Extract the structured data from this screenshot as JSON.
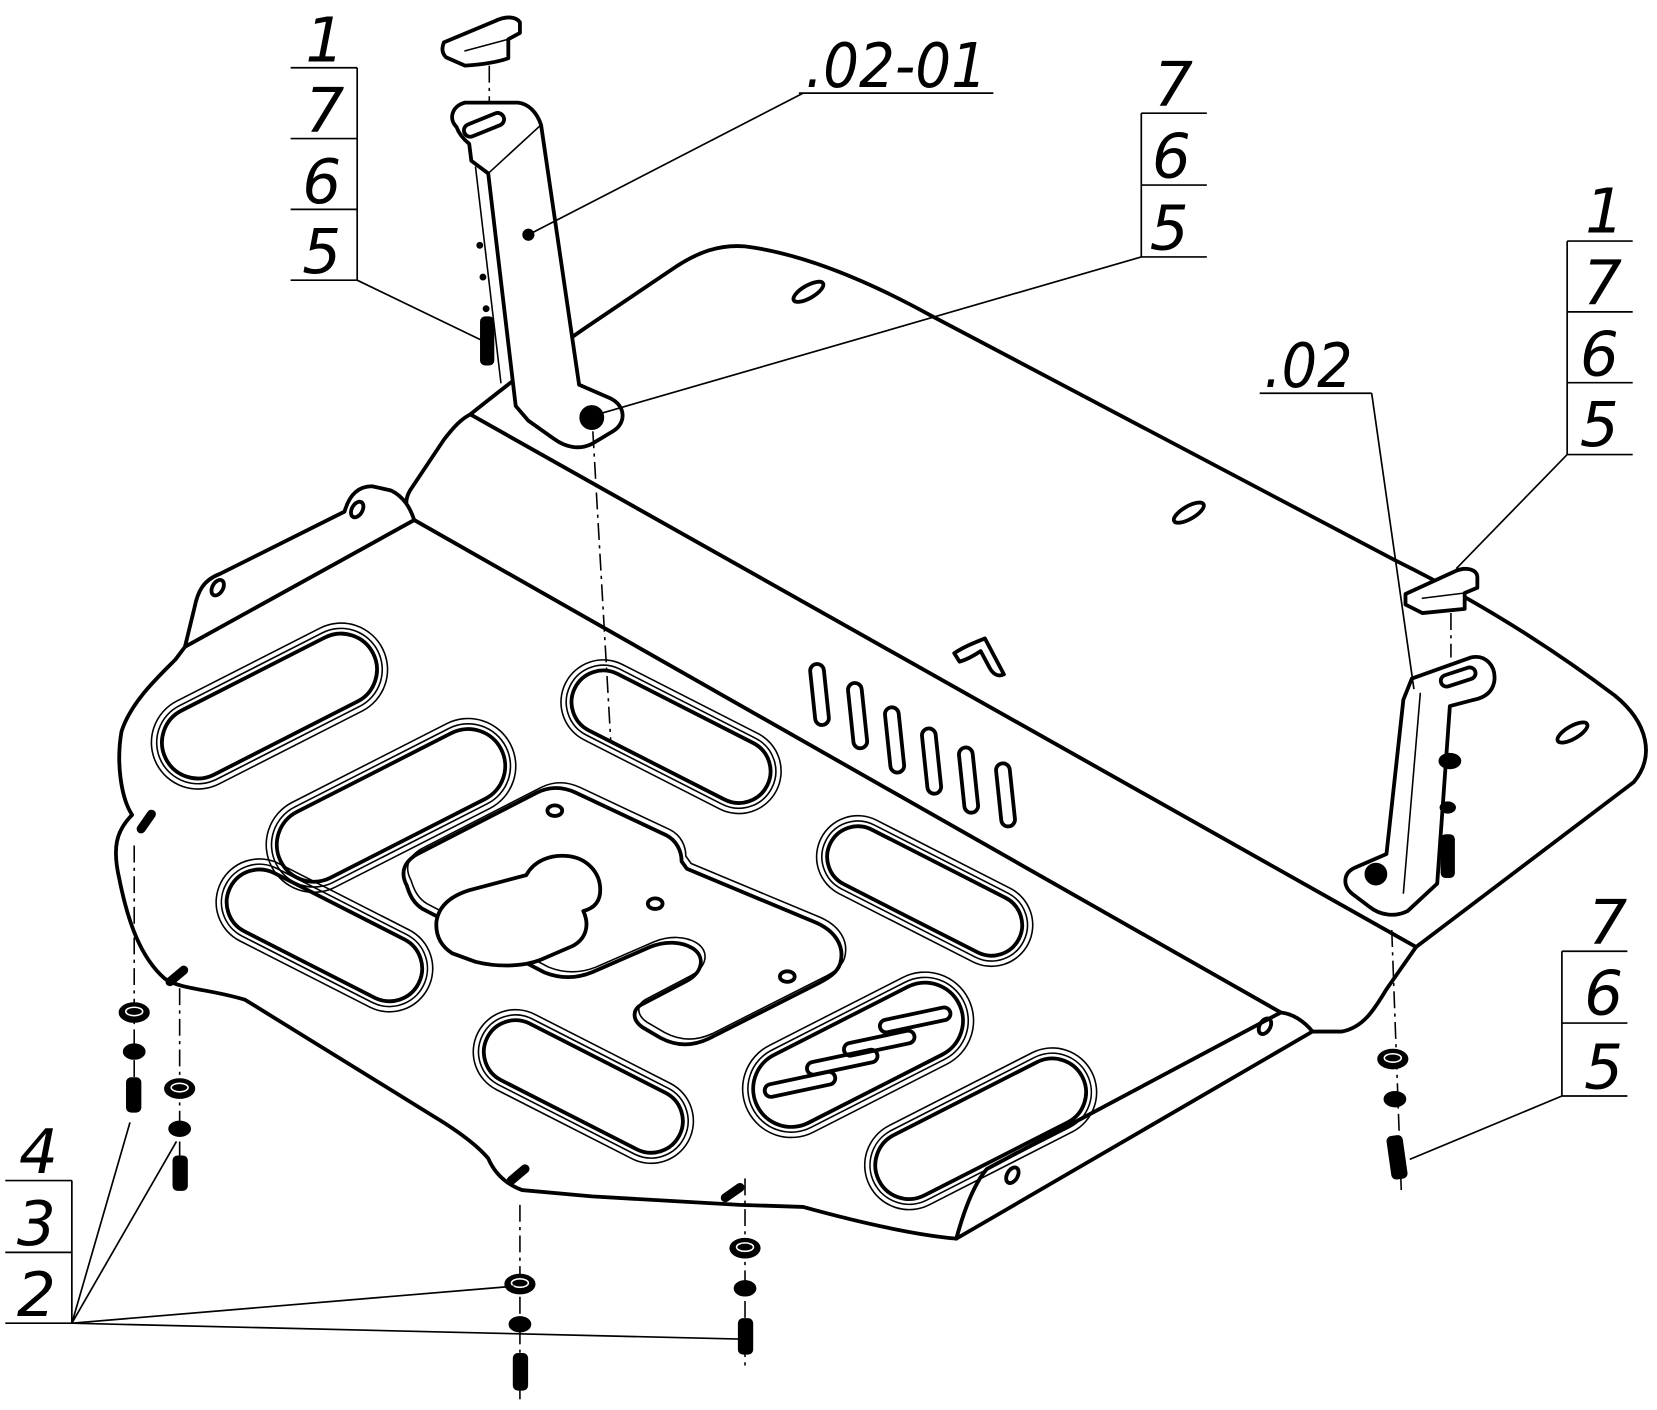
{
  "colors": {
    "line": "#000000",
    "background": "#ffffff"
  },
  "callouts": {
    "left_bracket_top": {
      "items": [
        "1",
        "7",
        "6",
        "5"
      ]
    },
    "left_bracket_part": {
      "label": ".02-01"
    },
    "left_bracket_foot": {
      "items": [
        "7",
        "6",
        "5"
      ]
    },
    "right_bracket_top": {
      "items": [
        "1",
        "7",
        "6",
        "5"
      ]
    },
    "right_bracket_part": {
      "label": ".02"
    },
    "right_bracket_bolt": {
      "items": [
        "7",
        "6",
        "5"
      ]
    },
    "plate_fasteners": {
      "items": [
        "4",
        "3",
        "2"
      ]
    }
  }
}
